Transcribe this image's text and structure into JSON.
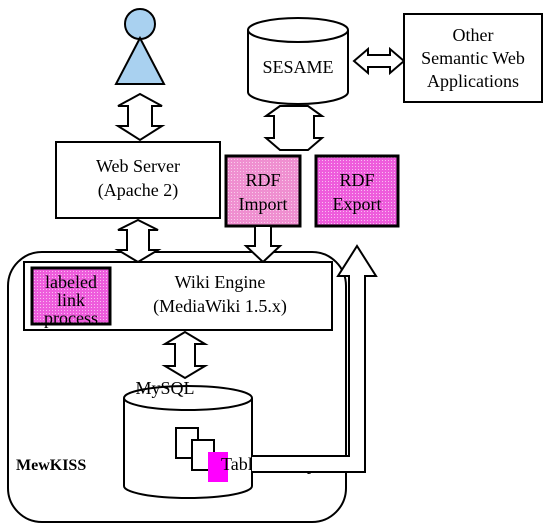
{
  "colors": {
    "user": "#a9d1f0",
    "pink_fill": "#ef8fd0",
    "magenta_fill": "#ee5cdc",
    "magenta_solid": "#ff00ff",
    "stroke": "#000000",
    "background": "#ffffff"
  },
  "icons": {
    "user": "person-icon",
    "database": "cylinder-icon",
    "table": "stacked-pages-icon"
  },
  "nodes": {
    "sesame": {
      "label": "SESAME"
    },
    "other_apps": {
      "line1": "Other",
      "line2": "Semantic Web",
      "line3": "Applications"
    },
    "web_server": {
      "line1": "Web Server",
      "line2": "(Apache 2)"
    },
    "rdf_import": {
      "line1": "RDF",
      "line2": "Import"
    },
    "rdf_export": {
      "line1": "RDF",
      "line2": "Export"
    },
    "wiki_engine": {
      "line1": "Wiki Engine",
      "line2": "(MediaWiki 1.5.x)"
    },
    "labeled_link": {
      "line1": "labeled",
      "line2": "link",
      "line3": "process"
    },
    "mysql": {
      "label": "MySQL"
    },
    "table_label": "Table for triples",
    "system_label": "MewKISS"
  },
  "edges": [
    {
      "from": "user",
      "to": "web_server",
      "type": "double-arrow"
    },
    {
      "from": "sesame",
      "to": "other_apps",
      "type": "double-arrow"
    },
    {
      "from": "sesame",
      "to": "rdf_import",
      "type": "double-arrow"
    },
    {
      "from": "web_server",
      "to": "wiki_engine",
      "type": "double-arrow"
    },
    {
      "from": "rdf_import",
      "to": "wiki_engine",
      "type": "arrow"
    },
    {
      "from": "wiki_engine",
      "to": "mysql",
      "type": "double-arrow"
    },
    {
      "from": "mysql",
      "to": "rdf_export",
      "type": "routed-arrow"
    }
  ]
}
